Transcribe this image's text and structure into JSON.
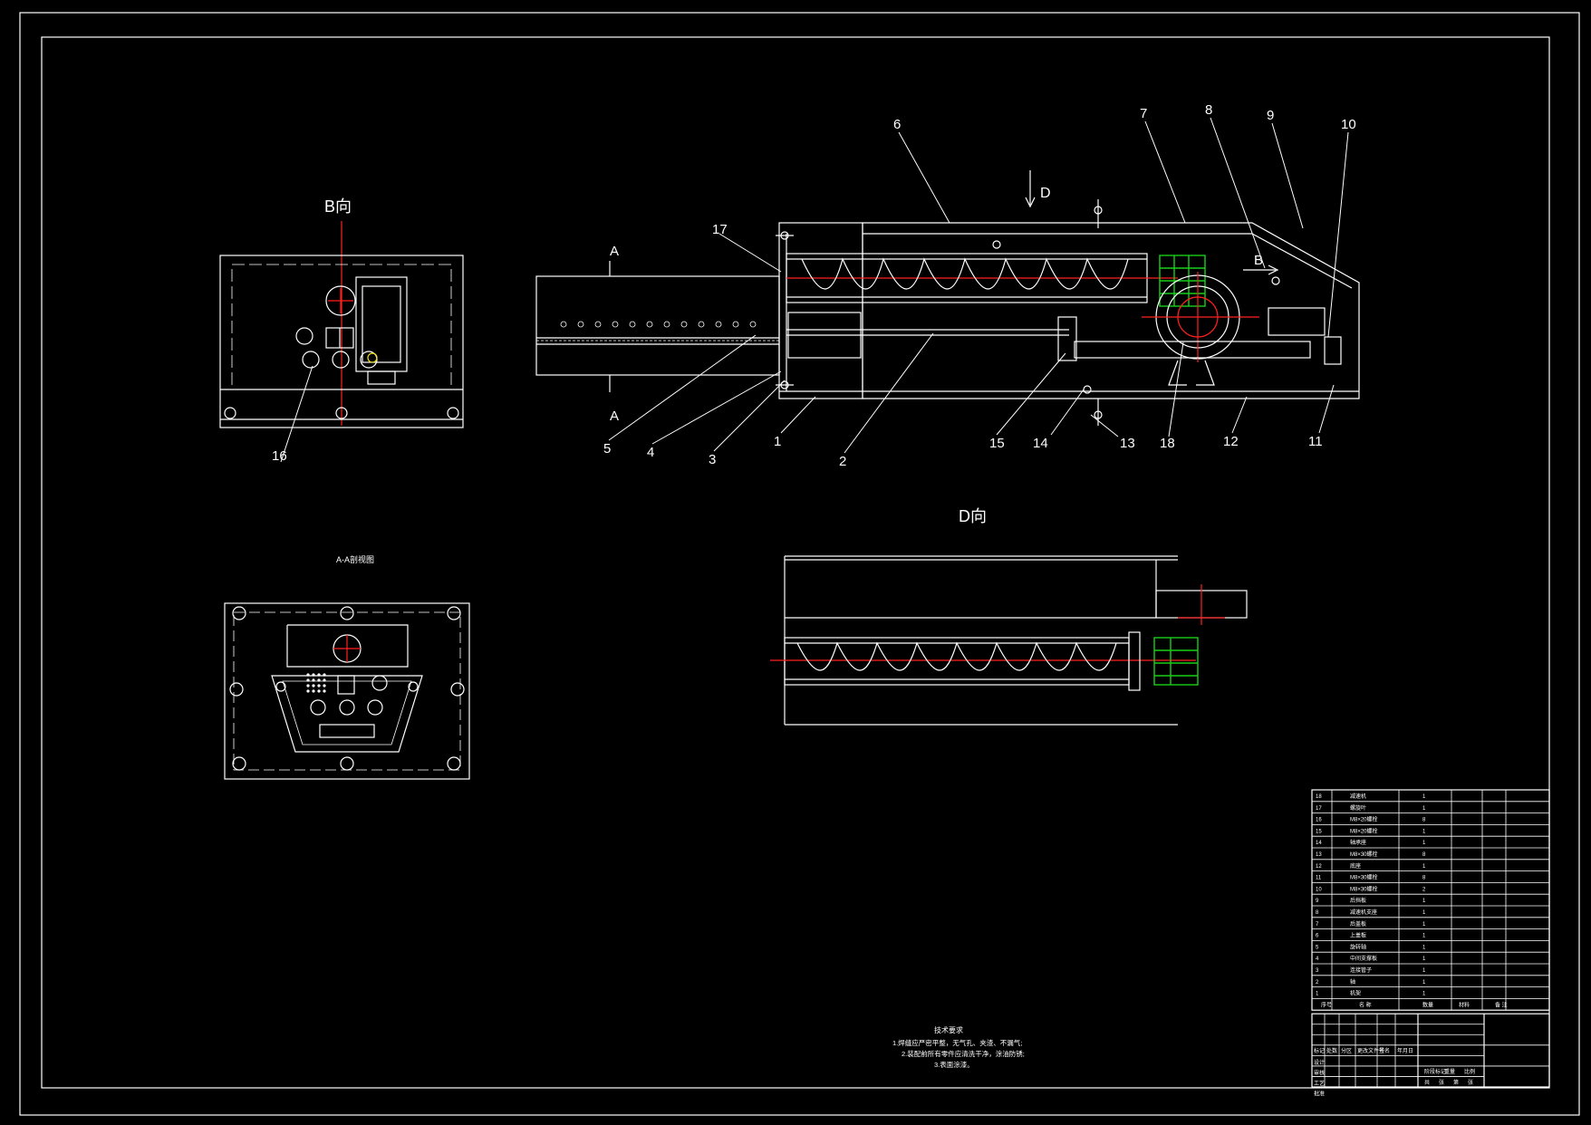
{
  "views": {
    "b_view_title": "B向",
    "d_view_title": "D向",
    "section_title": "A-A剖视图",
    "section_marker": "A",
    "direction_d": "D",
    "direction_b": "B"
  },
  "balloons": [
    "1",
    "2",
    "3",
    "4",
    "5",
    "6",
    "7",
    "8",
    "9",
    "10",
    "11",
    "12",
    "13",
    "14",
    "15",
    "16",
    "17",
    "18"
  ],
  "notes": {
    "heading": "技术要求",
    "lines": [
      "1.焊缝应严密平整，无气孔、夹渣、不漏气;",
      "2.装配前所有零件应清洗干净，涂油防锈;",
      "3.表面涂漆。"
    ]
  },
  "parts_list": {
    "header": [
      "序号",
      "名 称",
      "数量",
      "材料",
      "备 注"
    ],
    "rows": [
      {
        "no": "18",
        "name": "减速机",
        "qty": "1"
      },
      {
        "no": "17",
        "name": "螺旋叶",
        "qty": "1"
      },
      {
        "no": "16",
        "name": "M8×20螺栓",
        "qty": "8"
      },
      {
        "no": "15",
        "name": "M8×20螺栓",
        "qty": "1"
      },
      {
        "no": "14",
        "name": "轴承座",
        "qty": "1"
      },
      {
        "no": "13",
        "name": "M8×30螺栓",
        "qty": "8"
      },
      {
        "no": "12",
        "name": "底座",
        "qty": "1"
      },
      {
        "no": "11",
        "name": "M8×30螺栓",
        "qty": "8"
      },
      {
        "no": "10",
        "name": "M8×30螺栓",
        "qty": "2"
      },
      {
        "no": "9",
        "name": "后挡板",
        "qty": "1"
      },
      {
        "no": "8",
        "name": "减速机支座",
        "qty": "1"
      },
      {
        "no": "7",
        "name": "后盖板",
        "qty": "1"
      },
      {
        "no": "6",
        "name": "上盖板",
        "qty": "1"
      },
      {
        "no": "5",
        "name": "旋转轴",
        "qty": "1"
      },
      {
        "no": "4",
        "name": "中间支撑板",
        "qty": "1"
      },
      {
        "no": "3",
        "name": "连接管子",
        "qty": "1"
      },
      {
        "no": "2",
        "name": "轴",
        "qty": "1"
      },
      {
        "no": "1",
        "name": "机架",
        "qty": "1"
      }
    ]
  },
  "title_block": {
    "row_labels": [
      "标记",
      "处数",
      "分区",
      "更改文件号",
      "签名",
      "年月日"
    ],
    "roles": [
      "设计",
      "审核",
      "工艺",
      "批准"
    ],
    "stage_labels": [
      "阶段标记",
      "重量",
      "比例"
    ],
    "sheet_labels": [
      "共",
      "张",
      "第",
      "张"
    ]
  }
}
